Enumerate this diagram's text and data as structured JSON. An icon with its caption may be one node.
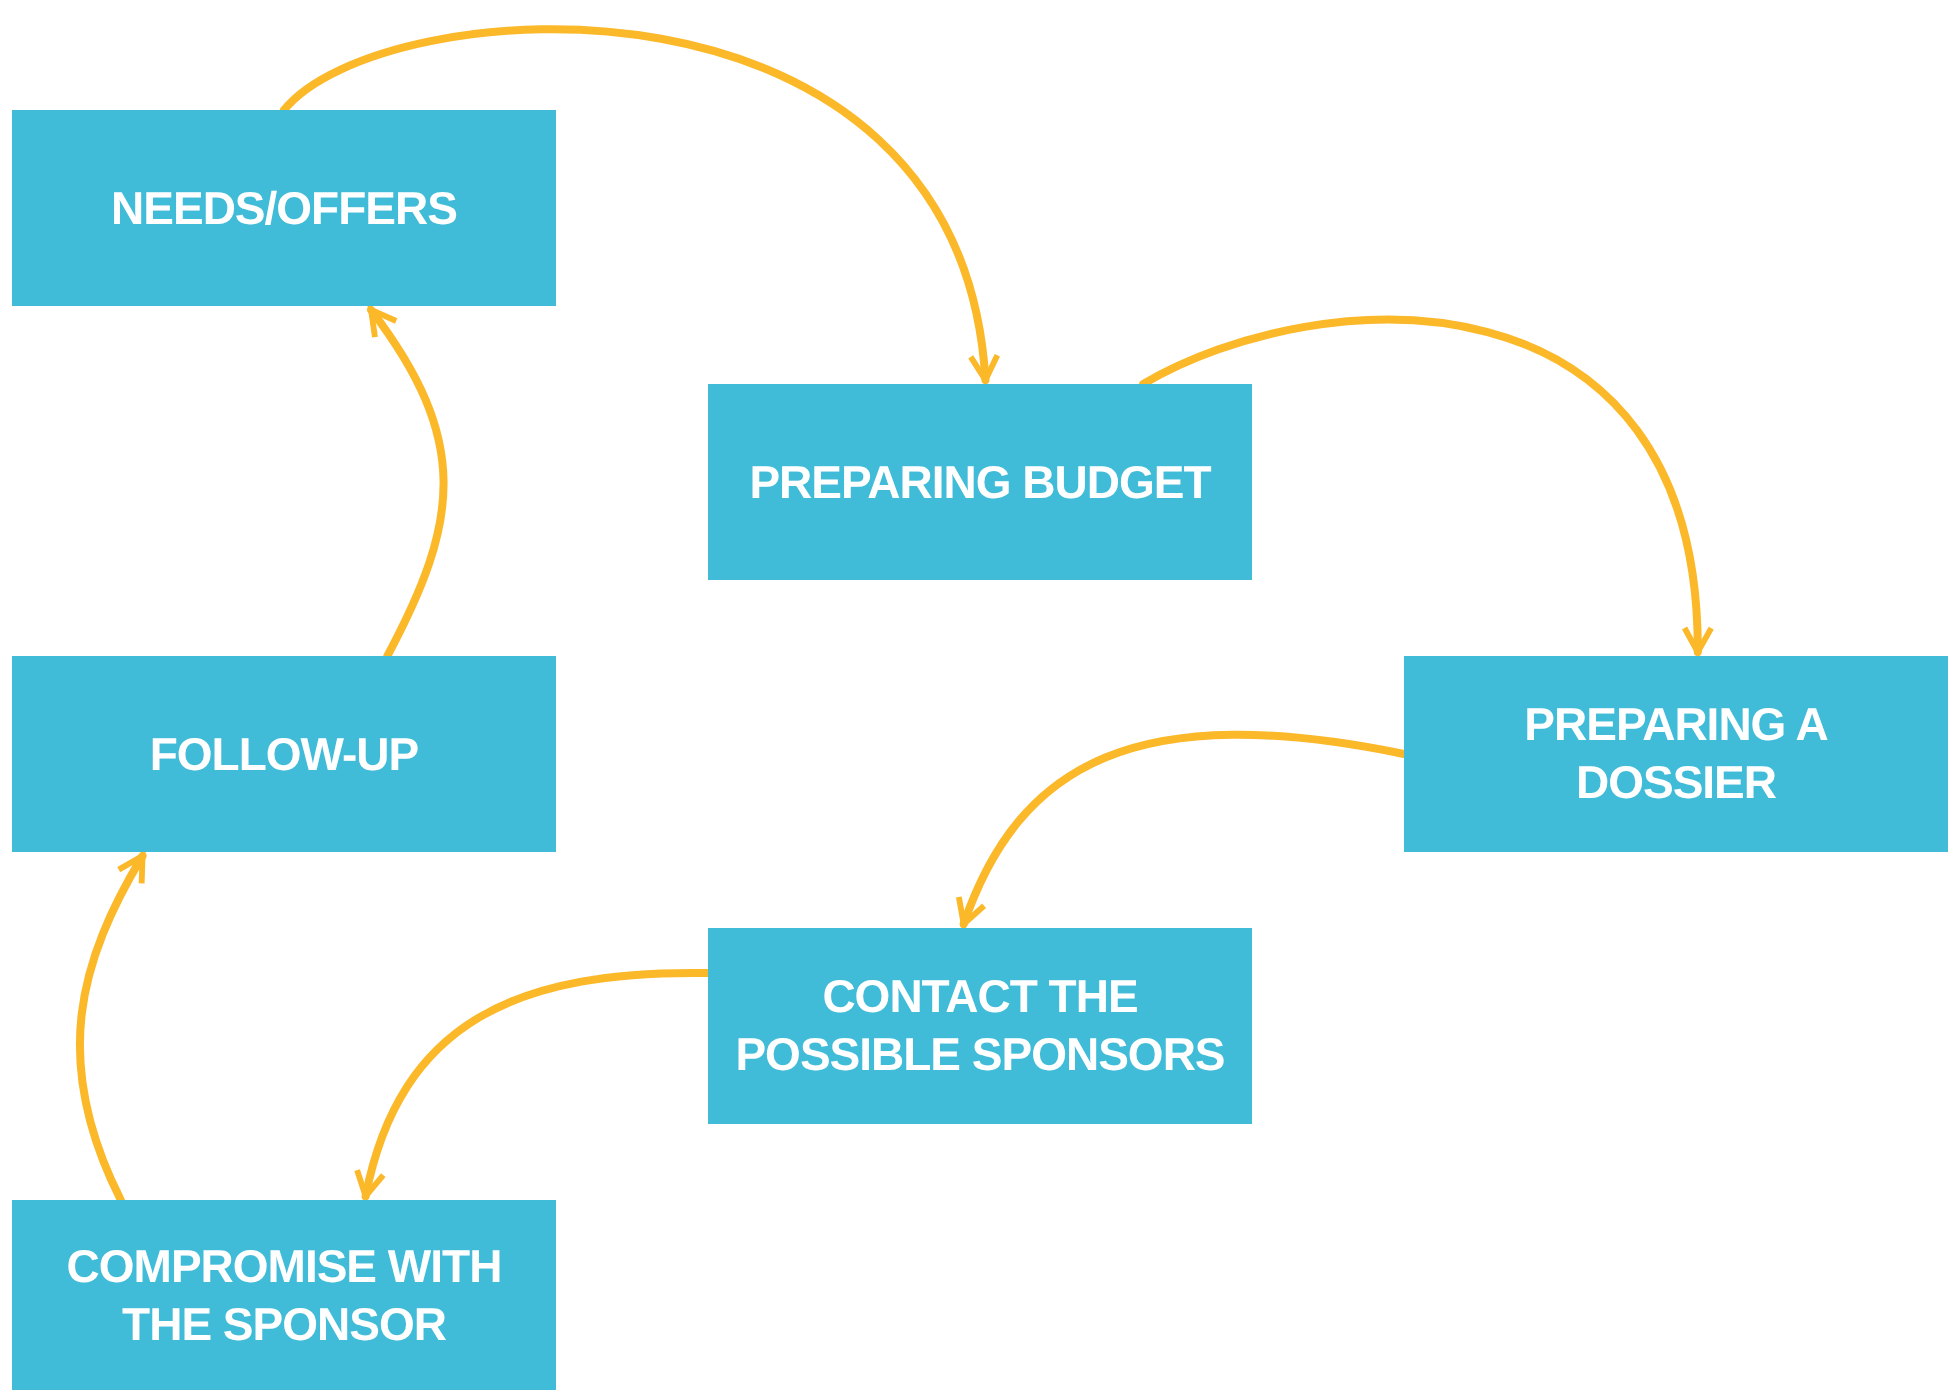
{
  "diagram": {
    "nodes": [
      {
        "text": [
          "NEEDS/OFFERS"
        ]
      },
      {
        "text": [
          "PREPARING BUDGET"
        ]
      },
      {
        "text": [
          "PREPARING A DOSSIER"
        ]
      },
      {
        "text": [
          "CONTACT THE POSSIBLE SPONSORS"
        ]
      },
      {
        "text": [
          "COMPROMISE WITH THE SPONSOR"
        ]
      },
      {
        "text": [
          "FOLLOW-UP"
        ]
      }
    ],
    "edges": [
      {
        "from": 0,
        "to": 1,
        "arrow": "to"
      },
      {
        "from": 1,
        "to": 2,
        "arrow": "to"
      },
      {
        "from": 2,
        "to": 3,
        "arrow": "to"
      },
      {
        "from": 3,
        "to": 4,
        "arrow": "to"
      },
      {
        "from": 4,
        "to": 5,
        "arrow": "to"
      },
      {
        "from": 5,
        "to": 0,
        "arrow": "to"
      }
    ]
  }
}
